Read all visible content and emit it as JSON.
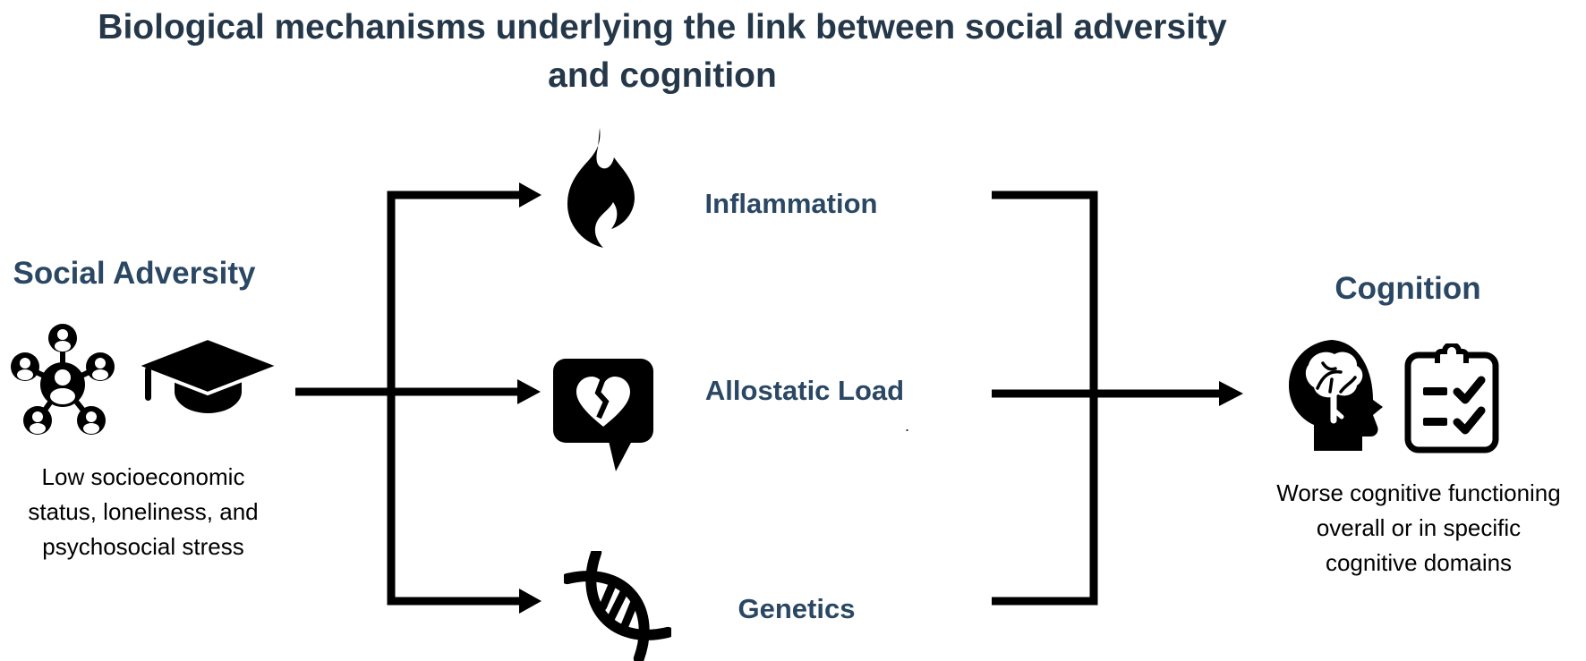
{
  "title": {
    "line1": "Biological mechanisms underlying the link between social adversity",
    "line2": "and cognition"
  },
  "colors": {
    "heading_navy": "#2a4763",
    "title_navy": "#25384a",
    "diagram_black": "#000000",
    "background": "#ffffff"
  },
  "left_panel": {
    "heading": "Social Adversity",
    "icons": [
      "social-network-icon",
      "graduation-cap-icon"
    ],
    "description_lines": [
      "Low socioeconomic",
      "status, loneliness, and",
      "psychosocial stress"
    ]
  },
  "mechanisms": [
    {
      "label": "Inflammation",
      "icon": "flame-icon"
    },
    {
      "label": "Allostatic Load",
      "icon": "broken-heart-message-icon"
    },
    {
      "label": "Genetics",
      "icon": "dna-icon"
    }
  ],
  "right_panel": {
    "heading": "Cognition",
    "icons": [
      "head-brain-icon",
      "checklist-clipboard-icon"
    ],
    "description_lines": [
      "Worse cognitive functioning",
      "overall or in specific",
      "cognitive domains"
    ]
  },
  "artifact_dot": "."
}
